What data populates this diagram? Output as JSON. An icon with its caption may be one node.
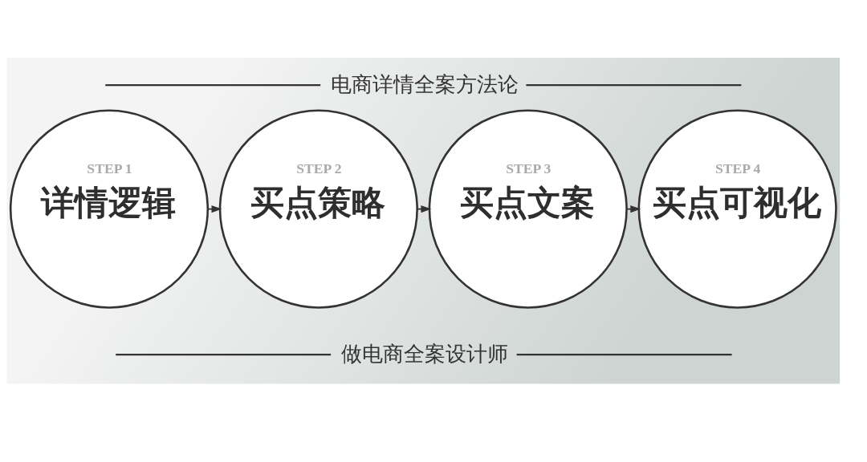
{
  "diagram": {
    "title": "电商详情全案方法论",
    "caption": "做电商全案设计师",
    "nodes": [
      {
        "text": [
          "STEP 1",
          "详情逻辑"
        ]
      },
      {
        "text": [
          "STEP 2",
          "买点策略"
        ]
      },
      {
        "text": [
          "STEP 3",
          "买点文案"
        ]
      },
      {
        "text": [
          "STEP 4",
          "买点可视化"
        ]
      }
    ],
    "edges": [
      {
        "from": 0,
        "to": 1,
        "arrow": "to"
      },
      {
        "from": 1,
        "to": 2,
        "arrow": "to"
      },
      {
        "from": 2,
        "to": 3,
        "arrow": "to"
      }
    ]
  }
}
